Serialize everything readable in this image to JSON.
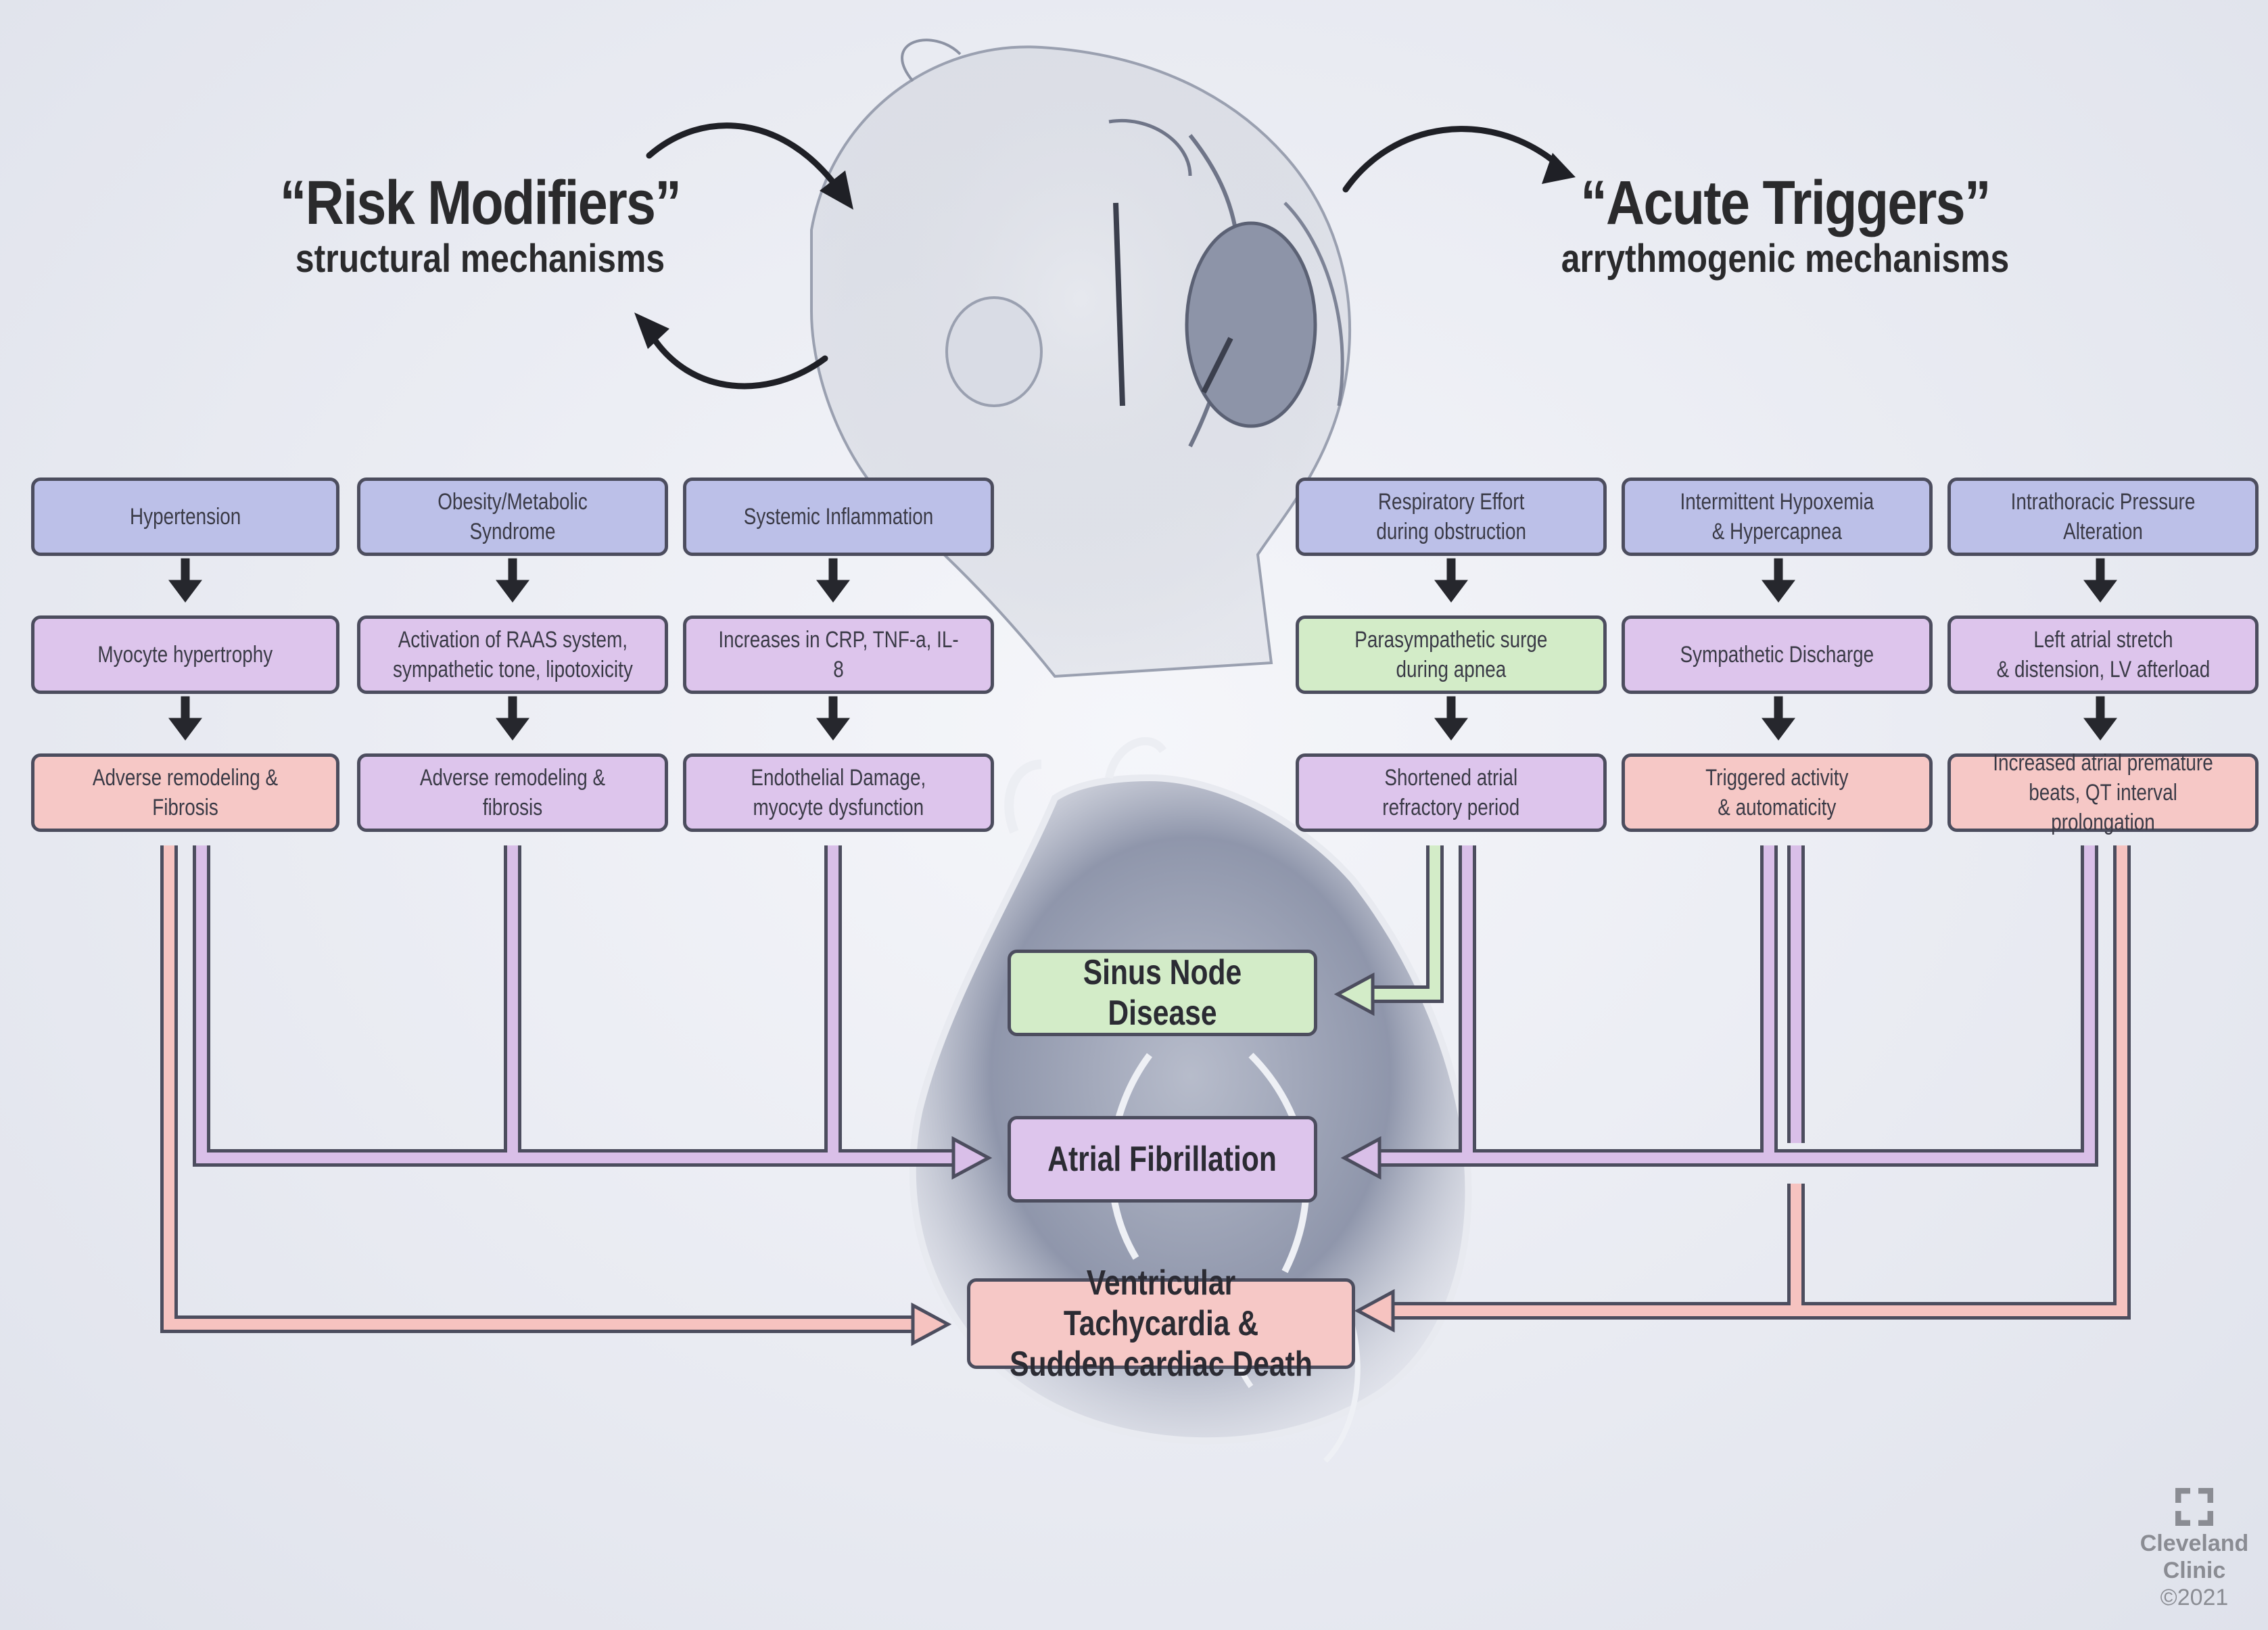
{
  "risk_modifiers": {
    "title": "“Risk Modifiers”",
    "subtitle": "structural mechanisms"
  },
  "acute_triggers": {
    "title": "“Acute Triggers”",
    "subtitle": "arrythmogenic mechanisms"
  },
  "rows": {
    "hypertension": "Hypertension",
    "obesity": "Obesity/Metabolic Syndrome",
    "inflammation": "Systemic Inflammation",
    "respiratory_effort": "Respiratory Effort\nduring obstruction",
    "hypoxemia": "Intermittent Hypoxemia\n& Hypercapnea",
    "intrathoracic": "Intrathoracic Pressure Alteration",
    "myocyte_hypertrophy": "Myocyte hypertrophy",
    "raas": "Activation of RAAS system,\nsympathetic tone, lipotoxicity",
    "crp": "Increases in CRP, TNF-a, IL-8",
    "parasympathetic": "Parasympathetic surge\nduring apnea",
    "sympathetic": "Sympathetic Discharge",
    "atrial_stretch": "Left atrial stretch\n& distension, LV afterload",
    "remodeling_fibrosis_1": "Adverse remodeling & Fibrosis",
    "remodeling_fibrosis_2": "Adverse remodeling & fibrosis",
    "endothelial": "Endothelial Damage,\nmyocyte dysfunction",
    "refractory": "Shortened atrial\nrefractory period",
    "triggered": "Triggered activity\n& automaticity",
    "premature_beats": "Increased atrial premature\nbeats, QT interval prolongation"
  },
  "outcomes": {
    "sinus_node": "Sinus Node Disease",
    "atrial_fibrillation": "Atrial Fibrillation",
    "vt_scd": "Ventricular Tachycardia &\nSudden cardiac Death"
  },
  "logo": {
    "name_line1": "Cleveland",
    "name_line2": "Clinic",
    "copyright": "©2021",
    "icon": "cleveland-clinic-mark-icon"
  },
  "colors": {
    "blue_box": "#bcc0e8",
    "purple_box": "#ddc5ec",
    "pink_box": "#f6c8c6",
    "green_box": "#d3ecc8",
    "purple_line": "#d9bfe8",
    "pink_line": "#f6c3c0",
    "green_line": "#d3ecc8",
    "outline": "#4c4d5e"
  }
}
